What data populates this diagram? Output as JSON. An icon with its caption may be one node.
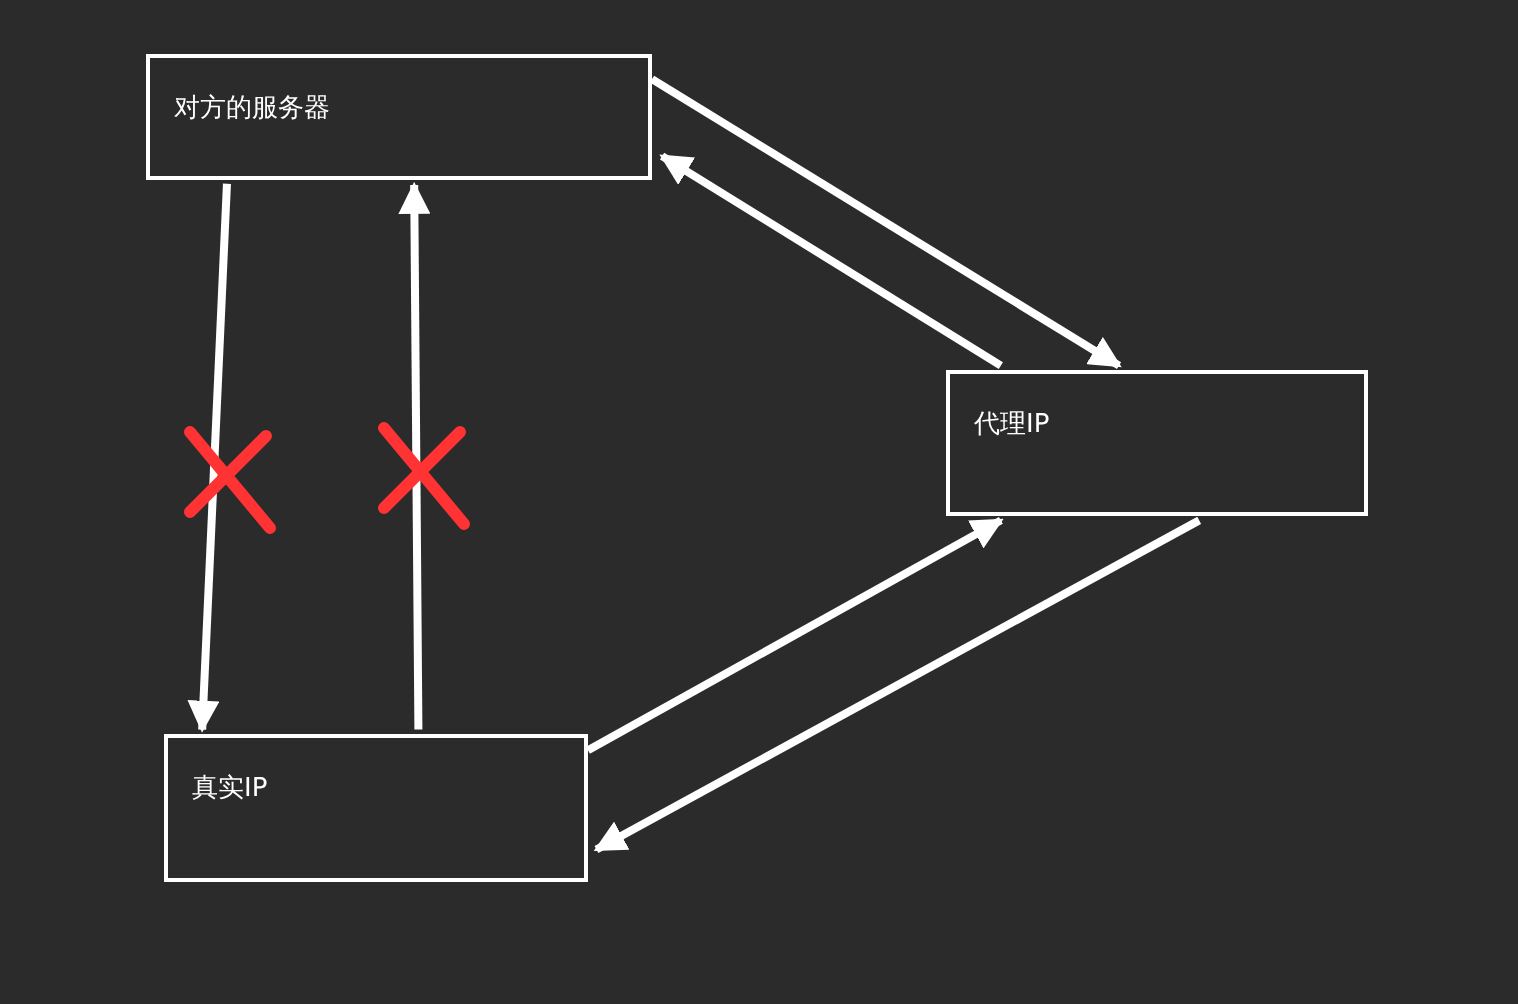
{
  "diagram": {
    "nodes": [
      {
        "text": [
          "对方的服务器"
        ]
      },
      {
        "text": [
          "代理IP"
        ]
      },
      {
        "text": [
          "真实IP"
        ]
      }
    ],
    "edges": [
      {
        "from": 0,
        "to": 2,
        "arrow": "to"
      },
      {
        "from": 2,
        "to": 0,
        "arrow": "to"
      },
      {
        "from": 0,
        "to": 1,
        "arrow": "to"
      },
      {
        "from": 1,
        "to": 0,
        "arrow": "to"
      },
      {
        "from": 2,
        "to": 1,
        "arrow": "to"
      },
      {
        "from": 1,
        "to": 2,
        "arrow": "to"
      }
    ]
  }
}
